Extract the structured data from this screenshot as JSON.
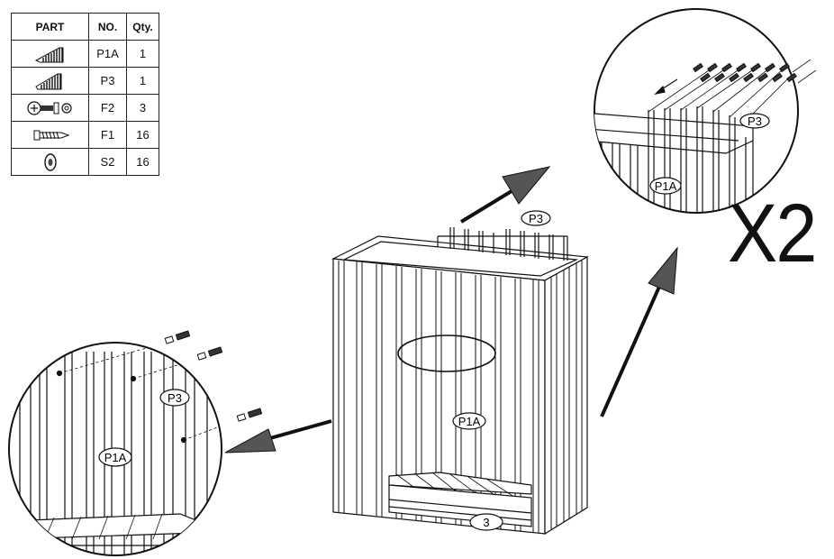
{
  "parts_table": {
    "headers": {
      "part": "PART",
      "no": "NO.",
      "qty": "Qty."
    },
    "rows": [
      {
        "icon": "panel-p1a-icon",
        "no": "P1A",
        "qty": "1"
      },
      {
        "icon": "panel-p3-icon",
        "no": "P3",
        "qty": "1"
      },
      {
        "icon": "bolt-nut-icon",
        "no": "F2",
        "qty": "3"
      },
      {
        "icon": "screw-icon",
        "no": "F1",
        "qty": "16"
      },
      {
        "icon": "washer-icon",
        "no": "S2",
        "qty": "16"
      }
    ]
  },
  "labels": {
    "main_p3": "P3",
    "main_p1a": "P1A",
    "main_3": "3",
    "left_p3": "P3",
    "left_p1a": "P1A",
    "right_p3": "P3",
    "right_p1a": "P1A"
  },
  "multiplier": "X2"
}
